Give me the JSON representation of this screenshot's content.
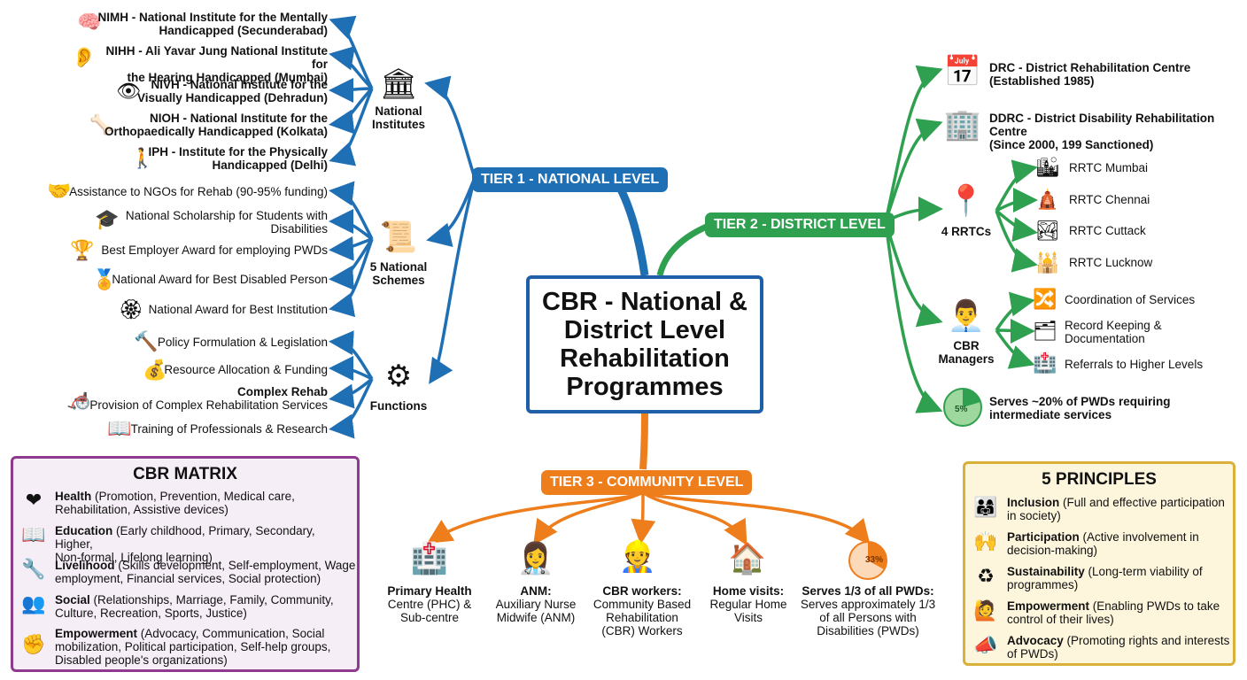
{
  "center_title": "CBR - National & District Level Rehabilitation Programmes",
  "tiers": {
    "tier1": {
      "label": "TIER 1 - NATIONAL LEVEL",
      "color": "#1f6fb5"
    },
    "tier2": {
      "label": "TIER 2 - DISTRICT LEVEL",
      "color": "#2ea04f"
    },
    "tier3": {
      "label": "TIER 3 - COMMUNITY LEVEL",
      "color": "#ee7d1c"
    }
  },
  "national": {
    "institutes": {
      "label": "National Institutes",
      "items": [
        {
          "icon": "brain-icon",
          "line1": "NIMH - National Institute for the Mentally",
          "line2": "Handicapped (Secunderabad)"
        },
        {
          "icon": "ear-icon",
          "line1": "NIHH - Ali Yavar Jung National Institute for",
          "line2": "the Hearing Handicapped (Mumbai)"
        },
        {
          "icon": "eye-icon",
          "line1": "NIVH - National Institute for the",
          "line2": "Visually Handicapped (Dehradun)"
        },
        {
          "icon": "joint-icon",
          "line1": "NIOH - National Institute for the",
          "line2": "Orthopaedically Handicapped (Kolkata)"
        },
        {
          "icon": "walking-person-icon",
          "line1": "IPH - Institute for the Physically",
          "line2": "Handicapped (Delhi)"
        }
      ]
    },
    "schemes": {
      "label": "5 National Schemes",
      "items": [
        {
          "icon": "handshake-icon",
          "line1": "Assistance to NGOs for Rehab (90-95% funding)",
          "line2": ""
        },
        {
          "icon": "graduation-cap-icon",
          "line1": "National Scholarship for Students with",
          "line2": "Disabilities"
        },
        {
          "icon": "trophy-icon",
          "line1": "Best Employer Award for employing PWDs",
          "line2": ""
        },
        {
          "icon": "medal-icon",
          "line1": "National Award for Best Disabled Person",
          "line2": ""
        },
        {
          "icon": "emblem-icon",
          "line1": "National Award for Best Institution",
          "line2": ""
        }
      ]
    },
    "functions": {
      "label": "Functions",
      "items": [
        {
          "icon": "gavel-icon",
          "line1": "Policy Formulation & Legislation",
          "line2": ""
        },
        {
          "icon": "money-bag-icon",
          "line1": "Resource Allocation & Funding",
          "line2": ""
        },
        {
          "icon": "rehab-equipment-icon",
          "line1": "Complex Rehab",
          "line2": "Provision of Complex Rehabilitation Services"
        },
        {
          "icon": "research-book-icon",
          "line1": "Training of Professionals & Research",
          "line2": ""
        }
      ]
    }
  },
  "district": {
    "drc": {
      "line1": "DRC - District Rehabilitation Centre",
      "line2": "(Established 1985)"
    },
    "ddrc": {
      "line1": "DDRC - District Disability Rehabilitation Centre",
      "line2": "(Since 2000, 199 Sanctioned)"
    },
    "rrtc": {
      "label": "4 RRTCs",
      "items": [
        "RRTC Mumbai",
        "RRTC Chennai",
        "RRTC Cuttack",
        "RRTC Lucknow"
      ]
    },
    "managers": {
      "label": "CBR Managers",
      "items": [
        {
          "line1": "Coordination of Services",
          "line2": ""
        },
        {
          "line1": "Record Keeping &",
          "line2": "Documentation"
        },
        {
          "line1": "Referrals to Higher Levels",
          "line2": ""
        }
      ]
    },
    "serves": {
      "pie_label": "5%",
      "line1": "Serves ~20% of PWDs requiring",
      "line2": "intermediate services"
    }
  },
  "community": {
    "items": [
      {
        "icon": "hospital-icon",
        "title": "Primary Health",
        "l2": "Centre (PHC) &",
        "l3": "Sub-centre",
        "l4": ""
      },
      {
        "icon": "nurse-icon",
        "title": "ANM:",
        "l2": "Auxiliary Nurse",
        "l3": "Midwife (ANM)",
        "l4": ""
      },
      {
        "icon": "workers-icon",
        "title": "CBR workers:",
        "l2": "Community Based",
        "l3": "Rehabilitation",
        "l4": "(CBR) Workers"
      },
      {
        "icon": "home-icon",
        "title": "Home visits:",
        "l2": "Regular Home",
        "l3": "Visits",
        "l4": ""
      },
      {
        "icon": "pie-icon",
        "title": "Serves 1/3 of all PWDs:",
        "l2": "Serves approximately 1/3",
        "l3": "of all Persons with",
        "l4": "Disabilities (PWDs)"
      }
    ],
    "pie_label": "33%"
  },
  "matrix": {
    "title": "CBR MATRIX",
    "rows": [
      {
        "icon": "heart-icon",
        "head": "Health",
        "text1": " (Promotion, Prevention, Medical care,",
        "text2": "Rehabilitation, Assistive devices)"
      },
      {
        "icon": "book-icon",
        "head": "Education",
        "text1": " (Early childhood, Primary, Secondary, Higher,",
        "text2": "Non-formal, Lifelong learning)"
      },
      {
        "icon": "tools-icon",
        "head": "Livelihood",
        "text1": " (Skills development, Self-employment, Wage",
        "text2": "employment, Financial services, Social protection)"
      },
      {
        "icon": "people-icon",
        "head": "Social",
        "text1": " (Relationships, Marriage, Family, Community,",
        "text2": "Culture, Recreation, Sports, Justice)"
      },
      {
        "icon": "fist-icon",
        "head": "Empowerment",
        "text1": " (Advocacy, Communication, Social",
        "text2": "mobilization, Political participation, Self-help groups,",
        "text3": "Disabled people's organizations)"
      }
    ]
  },
  "principles": {
    "title": "5 PRINCIPLES",
    "rows": [
      {
        "icon": "inclusion-icon",
        "head": "Inclusion",
        "text1": " (Full and effective participation",
        "text2": "in society)"
      },
      {
        "icon": "raised-hands-icon",
        "head": "Participation",
        "text1": " (Active involvement in",
        "text2": "decision-making)"
      },
      {
        "icon": "recycle-icon",
        "head": "Sustainability",
        "text1": " (Long-term viability of",
        "text2": "programmes)"
      },
      {
        "icon": "empowered-person-icon",
        "head": "Empowerment",
        "text1": " (Enabling PWDs to take",
        "text2": "control of their lives)"
      },
      {
        "icon": "megaphone-icon",
        "head": "Advocacy",
        "text1": " (Promoting rights and interests",
        "text2": "of PWDs)"
      }
    ]
  }
}
